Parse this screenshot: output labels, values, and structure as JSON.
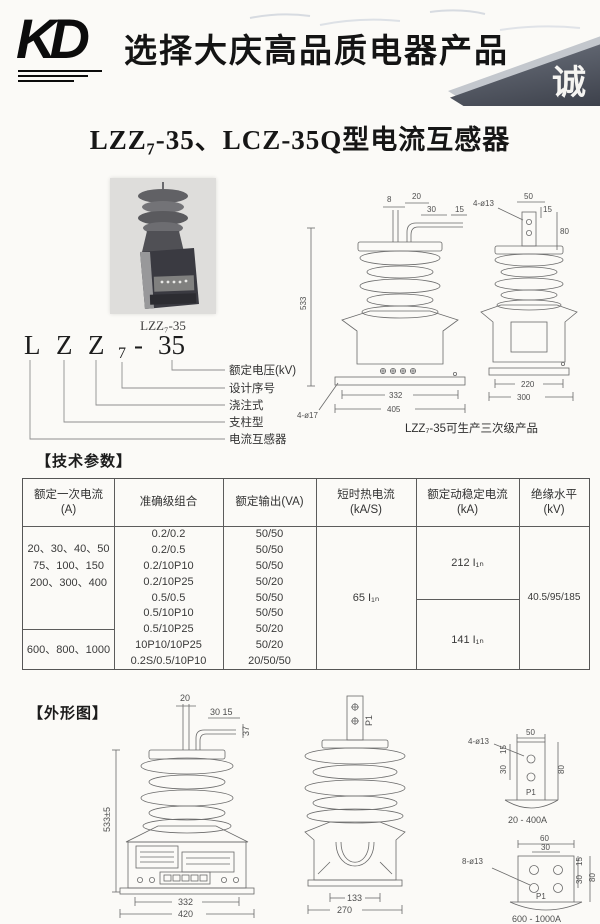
{
  "header": {
    "logo_text": "KD",
    "slogan": "选择大庆高品质电器产品",
    "banner_char": "诚"
  },
  "title": "LZZ₇-35、LCZ-35Q型电流互感器",
  "product_photo": {
    "caption": "LZZ₇-35"
  },
  "type_designation": {
    "chars": [
      "L",
      "Z",
      "Z",
      "7",
      "-",
      "35"
    ],
    "labels": [
      "额定电压(kV)",
      "设计序号",
      "浇注式",
      "支柱型",
      "电流互感器"
    ]
  },
  "dimension_drawings": {
    "left": {
      "dim_8": "8",
      "dim_20": "20",
      "dim_30": "30",
      "dim_15": "15",
      "height": "533",
      "base_inner": "332",
      "base_outer": "405",
      "holes": "4-ø17"
    },
    "right": {
      "holes": "4-ø13",
      "dim_50": "50",
      "dim_15": "15",
      "dim_80": "80",
      "base_inner": "220",
      "base_outer": "300"
    },
    "note": "LZZ₇-35可生产三次级产品"
  },
  "sections": {
    "tech_params": "【技术参数】",
    "outline": "【外形图】"
  },
  "table": {
    "headers": [
      {
        "l1": "额定一次电流",
        "l2": "(A)"
      },
      {
        "l1": "准确级组合",
        "l2": ""
      },
      {
        "l1": "额定输出(VA)",
        "l2": ""
      },
      {
        "l1": "短时热电流",
        "l2": "(kA/S)"
      },
      {
        "l1": "额定动稳定电流",
        "l2": "(kA)"
      },
      {
        "l1": "绝缘水平",
        "l2": "(kV)"
      }
    ],
    "primary_current_group1": [
      "20、30、40、50",
      "75、100、150",
      "200、300、400"
    ],
    "primary_current_group2": "600、800、1000",
    "accuracy_combos": [
      "0.2/0.2",
      "0.2/0.5",
      "0.2/10P10",
      "0.2/10P25",
      "0.5/0.5",
      "0.5/10P10",
      "0.5/10P25",
      "10P10/10P25",
      "0.2S/0.5/10P10"
    ],
    "rated_outputs": [
      "50/50",
      "50/50",
      "50/50",
      "50/20",
      "50/50",
      "50/50",
      "50/20",
      "50/20",
      "20/50/50"
    ],
    "short_time_thermal": "65 I₁ₙ",
    "dynamic_current_upper": "212 I₁ₙ",
    "dynamic_current_lower": "141 I₁ₙ",
    "insulation_level": "40.5/95/185"
  },
  "outline_drawings": {
    "front": {
      "dim_20": "20",
      "dim_30_15": "30 15",
      "dim_37": "37",
      "height": "533±5",
      "base_inner": "332",
      "base_outer": "420"
    },
    "side": {
      "terminal": "P1",
      "base_inner": "133",
      "base_outer": "270"
    },
    "terminal_small": {
      "dim_50": "50",
      "holes": "4-ø13",
      "dim_15": "15",
      "dim_30": "30",
      "dim_80": "80",
      "terminal": "P1",
      "caption": "20 - 400A"
    },
    "terminal_large": {
      "dim_60": "60",
      "dim_30": "30",
      "holes": "8-ø13",
      "dim_15": "15",
      "dim_30b": "30",
      "dim_80": "80",
      "terminal": "P1",
      "caption": "600 - 1000A"
    }
  }
}
